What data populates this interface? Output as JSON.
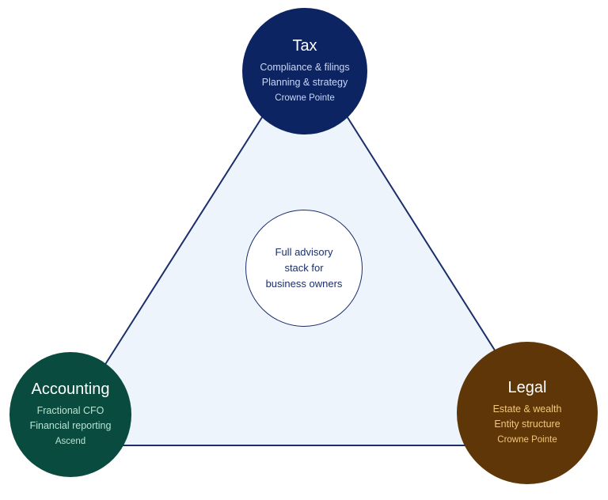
{
  "center": {
    "lines": [
      "Full advisory",
      "stack for",
      "business owners"
    ]
  },
  "nodes": {
    "tax": {
      "title": "Tax",
      "lines": [
        "Compliance & filings",
        "Planning & strategy"
      ],
      "provider": "Crowne Pointe"
    },
    "accounting": {
      "title": "Accounting",
      "lines": [
        "Fractional CFO",
        "Financial reporting"
      ],
      "provider": "Ascend"
    },
    "legal": {
      "title": "Legal",
      "lines": [
        "Estate & wealth",
        "Entity structure"
      ],
      "provider": "Crowne Pointe"
    }
  },
  "colors": {
    "tax": "#0d2463",
    "accounting": "#0a4b3f",
    "legal": "#5e3608",
    "triangle_fill": "#eef4fc",
    "triangle_stroke": "#1a2f6b"
  }
}
